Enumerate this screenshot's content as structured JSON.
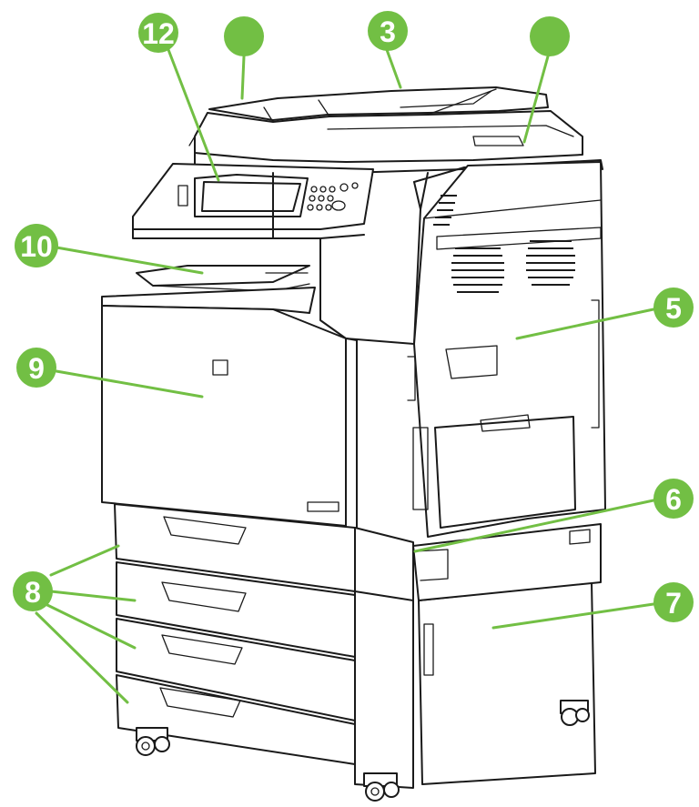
{
  "colors": {
    "callout": "#72bf44",
    "outline": "#1a1a1a",
    "background": "#ffffff"
  },
  "callouts": [
    {
      "id": "c12",
      "label": "12"
    },
    {
      "id": "c11",
      "label": ""
    },
    {
      "id": "c3",
      "label": "3"
    },
    {
      "id": "c4",
      "label": ""
    },
    {
      "id": "c10",
      "label": "10"
    },
    {
      "id": "c9",
      "label": "9"
    },
    {
      "id": "c5",
      "label": "5"
    },
    {
      "id": "c6",
      "label": "6"
    },
    {
      "id": "c7",
      "label": "7"
    },
    {
      "id": "c8",
      "label": "8"
    }
  ]
}
